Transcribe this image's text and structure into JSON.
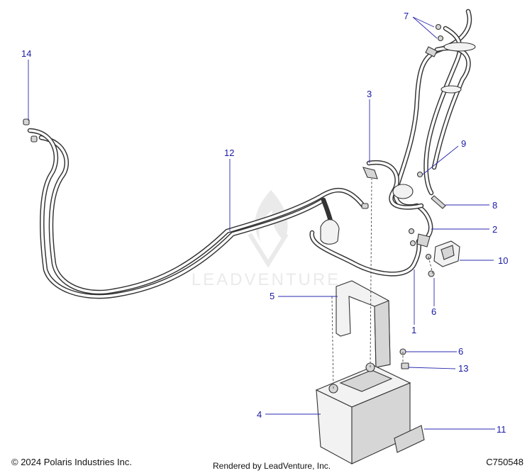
{
  "watermark": "LEADVENTURE",
  "callouts": {
    "c1": "1",
    "c2": "2",
    "c3": "3",
    "c4": "4",
    "c5": "5",
    "c6a": "6",
    "c6b": "6",
    "c7": "7",
    "c8": "8",
    "c9": "9",
    "c10": "10",
    "c11": "11",
    "c12": "12",
    "c13": "13",
    "c14": "14"
  },
  "footer": {
    "copyright": "© 2024 Polaris Industries Inc.",
    "rendered": "Rendered by LeadVenture, Inc.",
    "figure_code": "C750548"
  },
  "colors": {
    "callout": "#1a1aa6",
    "line": "#333333",
    "watermark": "#d9d9d9"
  }
}
